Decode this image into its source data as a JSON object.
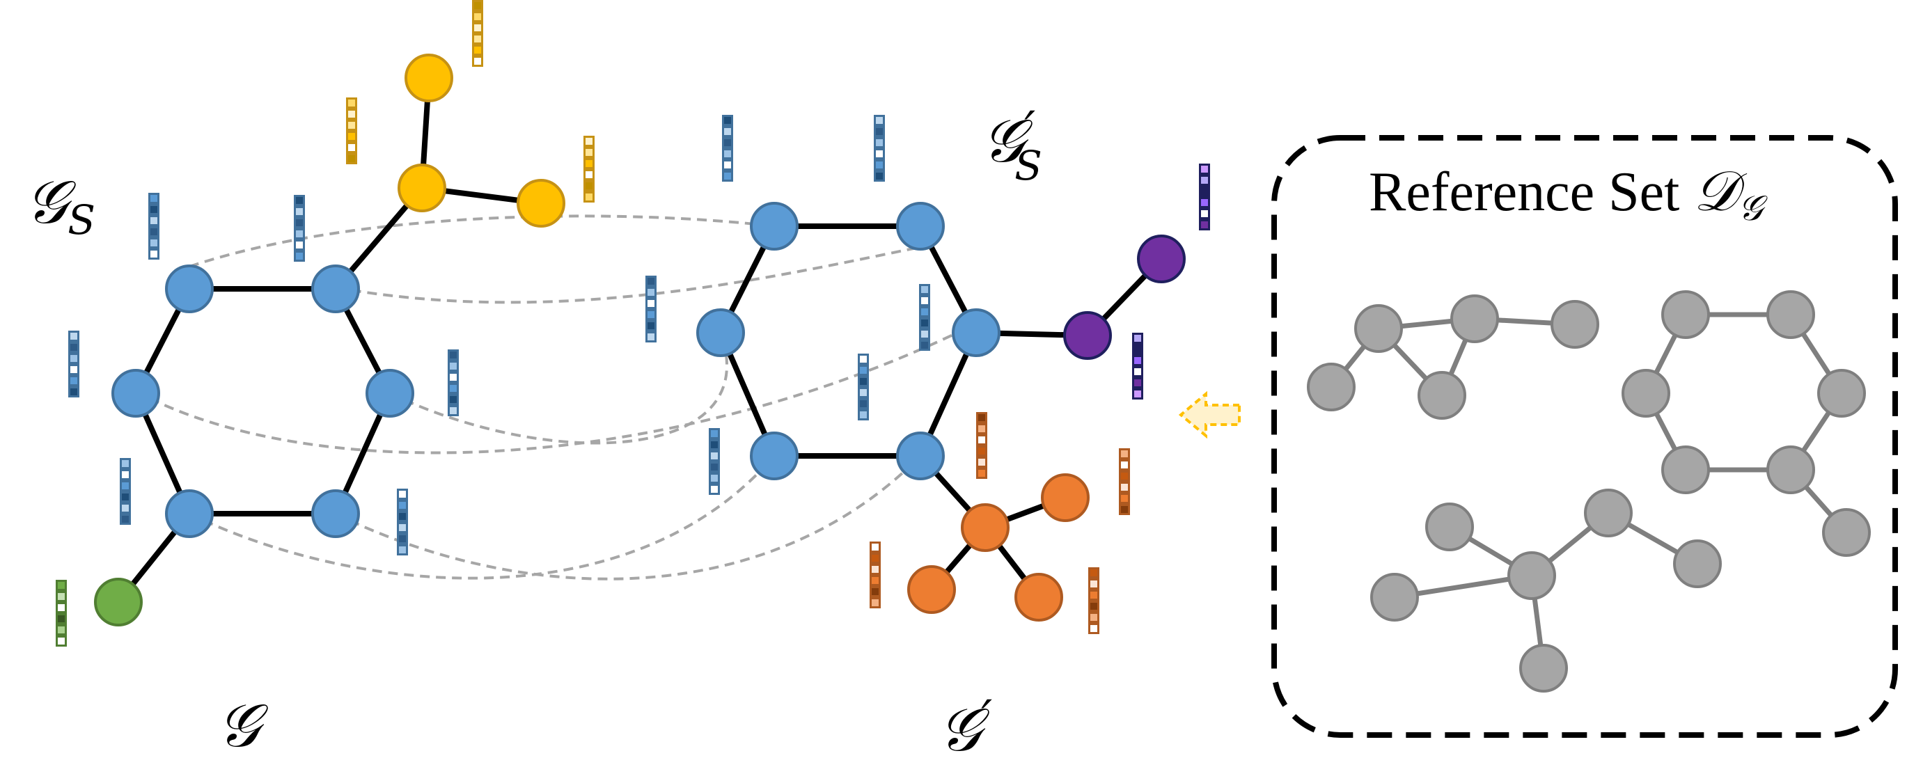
{
  "labels": {
    "gs": {
      "main": "𝒢",
      "sub": "S"
    },
    "gs_prime": {
      "main": "𝒢",
      "prime": "′",
      "sub": "S"
    },
    "g": {
      "main": "𝒢"
    },
    "g_prime": {
      "main": "𝒢",
      "prime": "′"
    }
  },
  "reference_set": {
    "title_text": "Reference Set ",
    "title_math": "𝒟",
    "title_sub": "𝒢"
  },
  "colors": {
    "blue": "#5b9bd5",
    "blue_stroke": "#41719c",
    "yellow": "#ffc000",
    "yellow_stroke": "#c69214",
    "green": "#70ad47",
    "green_stroke": "#507e32",
    "orange": "#ed7d31",
    "orange_stroke": "#ae5a21",
    "purple": "#7030a0",
    "purple_stroke": "#1f1f5e",
    "gray": "#a6a6a6",
    "gray_stroke": "#7f7f7f",
    "edge": "#000000",
    "dashed_link": "#a6a6a6",
    "arrow": "#ffc000"
  },
  "icons": [
    "feature-vector-icon",
    "dashed-arrow-left-icon"
  ]
}
